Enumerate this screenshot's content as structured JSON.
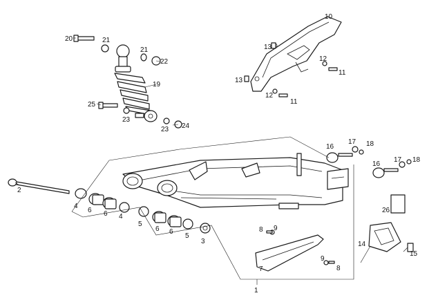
{
  "diagram": {
    "callouts": [
      {
        "id": "c10",
        "text": "10"
      },
      {
        "id": "c13a",
        "text": "13"
      },
      {
        "id": "c13b",
        "text": "13"
      },
      {
        "id": "c12a",
        "text": "12"
      },
      {
        "id": "c11a",
        "text": "11"
      },
      {
        "id": "c12b",
        "text": "12"
      },
      {
        "id": "c11b",
        "text": "11"
      },
      {
        "id": "c20",
        "text": "20"
      },
      {
        "id": "c21a",
        "text": "21"
      },
      {
        "id": "c21b",
        "text": "21"
      },
      {
        "id": "c22",
        "text": "22"
      },
      {
        "id": "c19",
        "text": "19"
      },
      {
        "id": "c25",
        "text": "25"
      },
      {
        "id": "c23a",
        "text": "23"
      },
      {
        "id": "c23b",
        "text": "23"
      },
      {
        "id": "c24",
        "text": "24"
      },
      {
        "id": "c2",
        "text": "2"
      },
      {
        "id": "c4a",
        "text": "4"
      },
      {
        "id": "c6a",
        "text": "6"
      },
      {
        "id": "c6b",
        "text": "6"
      },
      {
        "id": "c4b",
        "text": "4"
      },
      {
        "id": "c5a",
        "text": "5"
      },
      {
        "id": "c6c",
        "text": "6"
      },
      {
        "id": "c6d",
        "text": "6"
      },
      {
        "id": "c5b",
        "text": "5"
      },
      {
        "id": "c3",
        "text": "3"
      },
      {
        "id": "c16a",
        "text": "16"
      },
      {
        "id": "c17a",
        "text": "17"
      },
      {
        "id": "c18a",
        "text": "18"
      },
      {
        "id": "c16b",
        "text": "16"
      },
      {
        "id": "c17b",
        "text": "17"
      },
      {
        "id": "c18b",
        "text": "18"
      },
      {
        "id": "c26",
        "text": "26"
      },
      {
        "id": "c8a",
        "text": "8"
      },
      {
        "id": "c9a",
        "text": "9"
      },
      {
        "id": "c7",
        "text": "7"
      },
      {
        "id": "c9b",
        "text": "9"
      },
      {
        "id": "c8b",
        "text": "8"
      },
      {
        "id": "c14",
        "text": "14"
      },
      {
        "id": "c15",
        "text": "15"
      },
      {
        "id": "c1",
        "text": "1"
      }
    ]
  }
}
